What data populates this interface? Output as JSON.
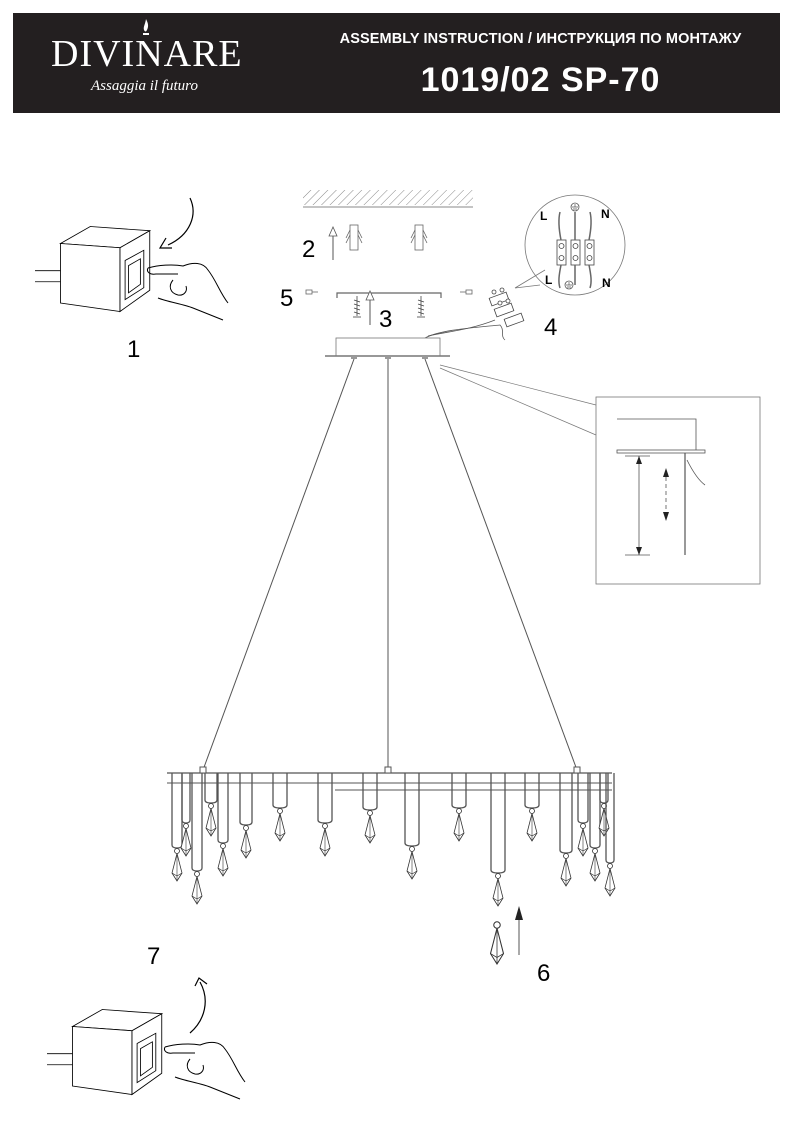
{
  "header": {
    "brand": "DIVINARE",
    "tagline": "Assaggia il futuro",
    "title": "ASSEMBLY INSTRUCTION / ИНСТРУКЦИЯ ПО МОНТАЖУ",
    "model": "1019/02 SP-70"
  },
  "steps": [
    {
      "number": "1",
      "description": "switch-off-power"
    },
    {
      "number": "2",
      "description": "drill-and-insert-anchors"
    },
    {
      "number": "3",
      "description": "fix-mounting-bracket-with-screws"
    },
    {
      "number": "4",
      "description": "connect-wires"
    },
    {
      "number": "5",
      "description": "attach-canopy-with-side-screws"
    },
    {
      "number": "6",
      "description": "hang-crystal-pendants"
    },
    {
      "number": "7",
      "description": "switch-on-power"
    }
  ],
  "wiring": {
    "labels_top": [
      "L",
      "N"
    ],
    "labels_bottom": [
      "L",
      "N"
    ],
    "ground_symbol": "earth-ground-icon"
  }
}
